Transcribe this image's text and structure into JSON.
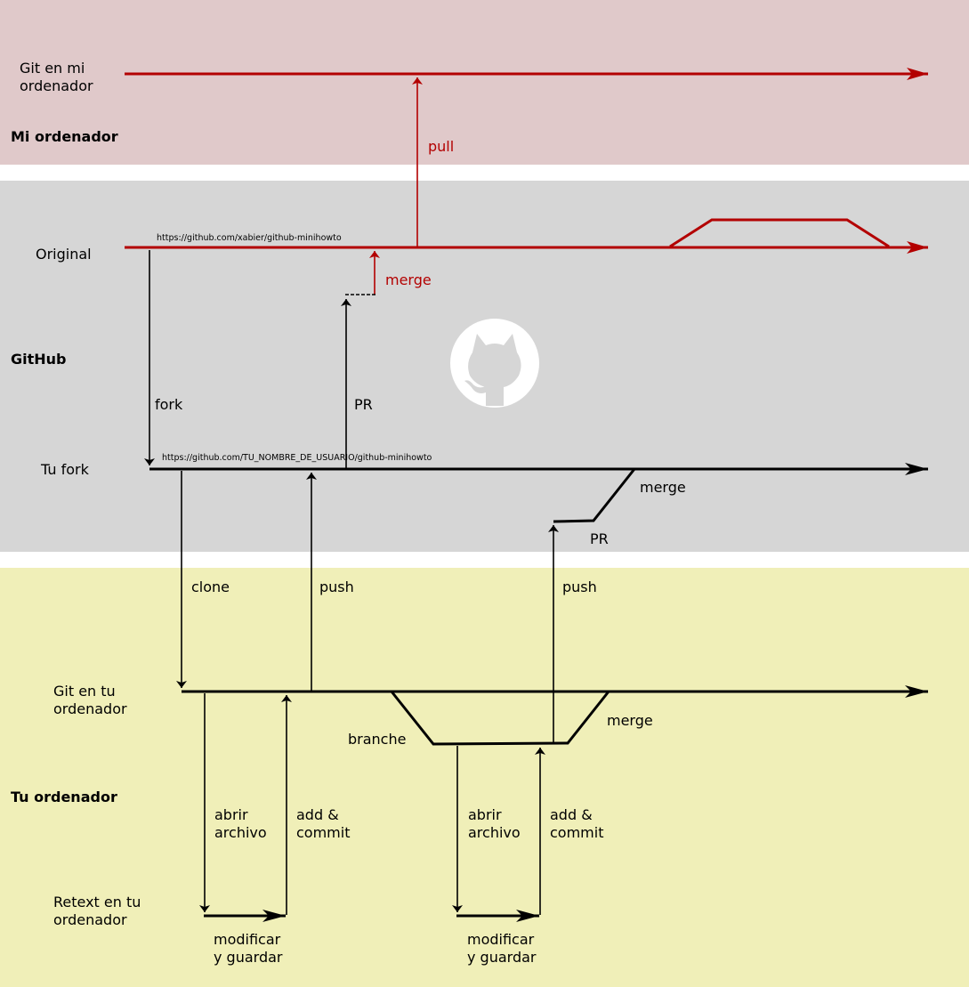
{
  "colors": {
    "band_computer": "#e0c9ca",
    "band_github": "#d6d6d6",
    "band_local": "#f0efb8",
    "red": "#b30000",
    "black": "#000000",
    "logo": "#ffffff"
  },
  "bands": {
    "computer": "Mi ordenador",
    "github": "GitHub",
    "local": "Tu ordenador"
  },
  "rows": {
    "git_mine": [
      "Git en mi",
      "ordenador"
    ],
    "original": "Original",
    "tu_fork": "Tu fork",
    "git_yours": [
      "Git en tu",
      "ordenador"
    ],
    "retext": [
      "Retext en tu",
      "ordenador"
    ]
  },
  "urls": {
    "original": "https://github.com/xabier/github-minihowto",
    "fork": "https://github.com/TU_NOMBRE_DE_USUARIO/github-minihowto"
  },
  "actions": {
    "pull": "pull",
    "merge_original": "merge",
    "pr_1": "PR",
    "fork": "fork",
    "merge_fork": "merge",
    "pr_2": "PR",
    "clone": "clone",
    "push_1": "push",
    "push_2": "push",
    "branche": "branche",
    "merge_local": "merge",
    "abrir_1": [
      "abrir",
      "archivo"
    ],
    "add_1": [
      "add &",
      "commit"
    ],
    "abrir_2": [
      "abrir",
      "archivo"
    ],
    "add_2": [
      "add &",
      "commit"
    ],
    "modificar_1": [
      "modificar",
      "y guardar"
    ],
    "modificar_2": [
      "modificar",
      "y guardar"
    ]
  },
  "icons": {
    "logo": "github-octocat-icon"
  }
}
